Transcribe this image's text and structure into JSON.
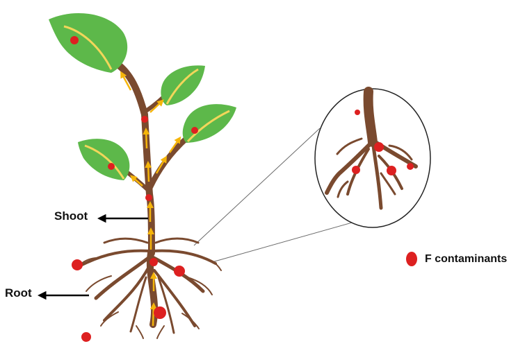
{
  "labels": {
    "shoot": "Shoot",
    "root": "Root"
  },
  "legend": {
    "label": "F contaminants"
  },
  "colors": {
    "leaf": "#5db84a",
    "leaf_vein": "#f2d65a",
    "stem": "#7a4a2f",
    "arrow": "#f5b50a",
    "contaminant": "#dd2020",
    "label_arrow": "#000000",
    "zoom_line": "#6a6a6a"
  },
  "icons": {
    "contaminant_marker": "red-dot-icon",
    "flow_arrows": "upward-arrow-icon"
  }
}
